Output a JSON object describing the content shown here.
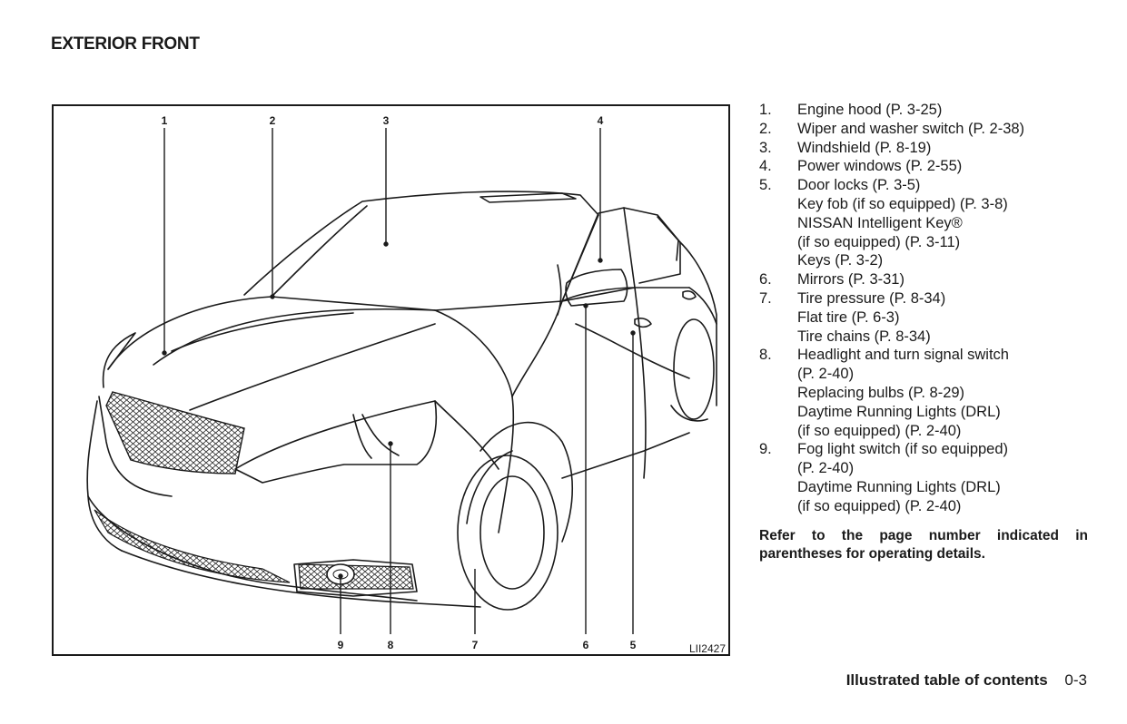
{
  "page": {
    "title": "EXTERIOR FRONT",
    "figure_code": "LII2427",
    "footer_title": "Illustrated table of contents",
    "page_number": "0-3"
  },
  "callouts": [
    "1",
    "2",
    "3",
    "4",
    "5",
    "6",
    "7",
    "8",
    "9"
  ],
  "legend": [
    {
      "num": "1.",
      "lines": [
        "Engine hood (P. 3-25)"
      ]
    },
    {
      "num": "2.",
      "lines": [
        "Wiper and washer switch (P. 2-38)"
      ]
    },
    {
      "num": "3.",
      "lines": [
        "Windshield (P. 8-19)"
      ]
    },
    {
      "num": "4.",
      "lines": [
        "Power windows (P. 2-55)"
      ]
    },
    {
      "num": "5.",
      "lines": [
        "Door locks (P. 3-5)",
        "Key fob (if so equipped) (P. 3-8)",
        "NISSAN Intelligent Key®",
        "(if so equipped) (P. 3-11)",
        "Keys (P. 3-2)"
      ]
    },
    {
      "num": "6.",
      "lines": [
        "Mirrors (P. 3-31)"
      ]
    },
    {
      "num": "7.",
      "lines": [
        "Tire pressure (P. 8-34)",
        "Flat tire (P. 6-3)",
        "Tire chains (P. 8-34)"
      ]
    },
    {
      "num": "8.",
      "lines": [
        "Headlight and turn signal switch",
        "(P. 2-40)",
        "Replacing bulbs (P. 8-29)",
        "Daytime Running Lights (DRL)",
        "(if so equipped) (P. 2-40)"
      ]
    },
    {
      "num": "9.",
      "lines": [
        "Fog light switch (if so equipped)",
        "(P. 2-40)",
        "Daytime Running Lights (DRL)",
        "(if so equipped) (P. 2-40)"
      ]
    }
  ],
  "note": "Refer to the page number indicated in parentheses for operating details."
}
